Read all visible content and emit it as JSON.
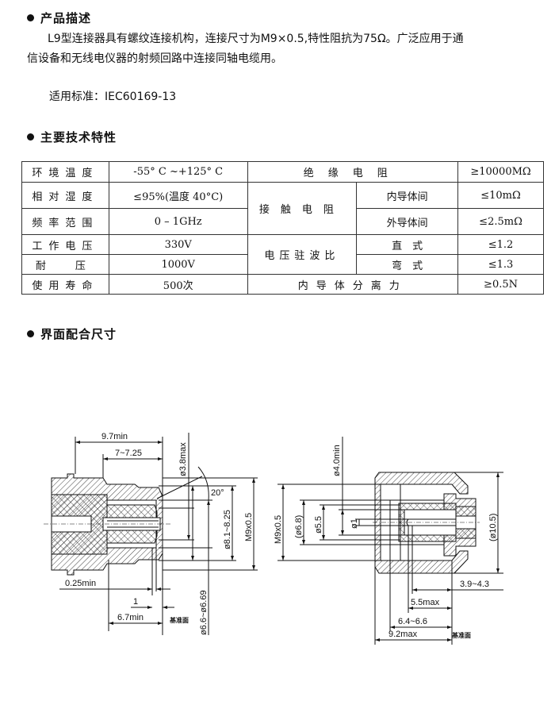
{
  "sections": {
    "description_title": "产品描述",
    "specs_title": "主要技术特性",
    "interface_title": "界面配合尺寸"
  },
  "description": {
    "line1": "L9型连接器具有螺纹连接机构，连接尺寸为M9×0.5,特性阻抗为75Ω。广泛应用于通",
    "line2": "信设备和无线电仪器的射频回路中连接同轴电缆用。",
    "standard": "适用标准：IEC60169-13"
  },
  "specs": {
    "ambient_temp": {
      "label": "环境温度",
      "value": "-55° C ~+125° C"
    },
    "humidity": {
      "label": "相对湿度",
      "value": "≤95%(温度 40°C)"
    },
    "frequency": {
      "label": "频率范围",
      "value": "0 – 1GHz"
    },
    "working_voltage": {
      "label": "工作电压",
      "value": "330V"
    },
    "withstand_voltage": {
      "label": "耐　压",
      "value": "1000V"
    },
    "life": {
      "label": "使用寿命",
      "value": "500次"
    },
    "insulation": {
      "label": "绝缘电阻",
      "value": "≥10000MΩ"
    },
    "contact_resistance": {
      "label": "接触电阻",
      "inner_label": "内导体间",
      "inner_value": "≤10mΩ",
      "outer_label": "外导体间",
      "outer_value": "≤2.5mΩ"
    },
    "vswr": {
      "label": "电压驻波比",
      "straight_label": "直　式",
      "straight_value": "≤1.2",
      "angle_label": "弯　式",
      "angle_value": "≤1.3"
    },
    "retention": {
      "label": "内导体分离力",
      "value": "≥0.5N"
    }
  },
  "drawing_left": {
    "d1": "9.7min",
    "d2": "7~7.25",
    "d3": "ø3.8max",
    "d4": "20°",
    "d5": "ø8.1~8.25",
    "d6": "M9x0.5",
    "d7": "0.25min",
    "d8": "1",
    "d9": "6.7min",
    "d10": "ø6.6~ø6.69",
    "ref": "基准面"
  },
  "drawing_right": {
    "d1": "ø4.0min",
    "d2": "M9x0.5",
    "d3": "(ø6.8)",
    "d4": "ø5.5",
    "d5": "ø1",
    "d6": "(ø10.5)",
    "d7": "3.9~4.3",
    "d8": "5.5max",
    "d9": "6.4~6.6",
    "d10": "9.2max",
    "ref": "基准面"
  }
}
